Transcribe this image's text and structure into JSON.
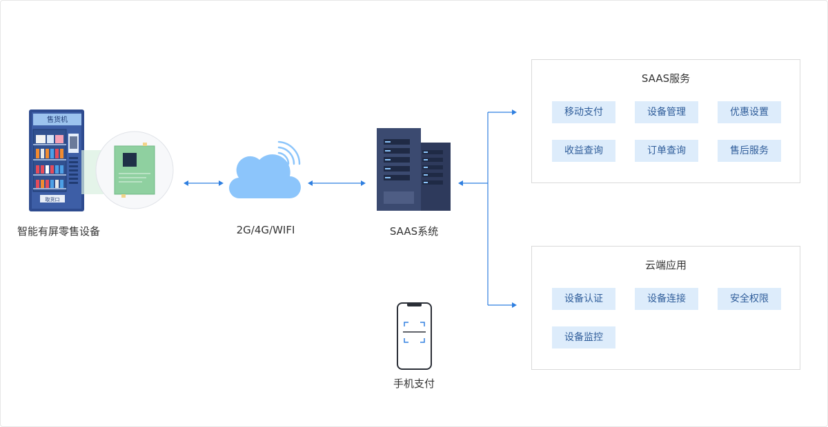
{
  "nodes": {
    "device": "智能有屏零售设备",
    "network": "2G/4G/WIFI",
    "saas": "SAAS系统",
    "phone": "手机支付"
  },
  "vending": {
    "sign": "售货机",
    "outlet": "取货口"
  },
  "saas_panel": {
    "title": "SAAS服务",
    "items": [
      "移动支付",
      "设备管理",
      "优惠设置",
      "收益查询",
      "订单查询",
      "售后服务"
    ]
  },
  "cloud_panel": {
    "title": "云端应用",
    "items": [
      "设备认证",
      "设备连接",
      "安全权限",
      "设备监控"
    ]
  },
  "colors": {
    "arrow": "#2f7fe0",
    "cloud": "#8cc5fb",
    "server_dark": "#2e3a5c",
    "chip_bg": "#ddecfb",
    "chip_text": "#2f5d9a",
    "board": "#8fd0a0"
  }
}
